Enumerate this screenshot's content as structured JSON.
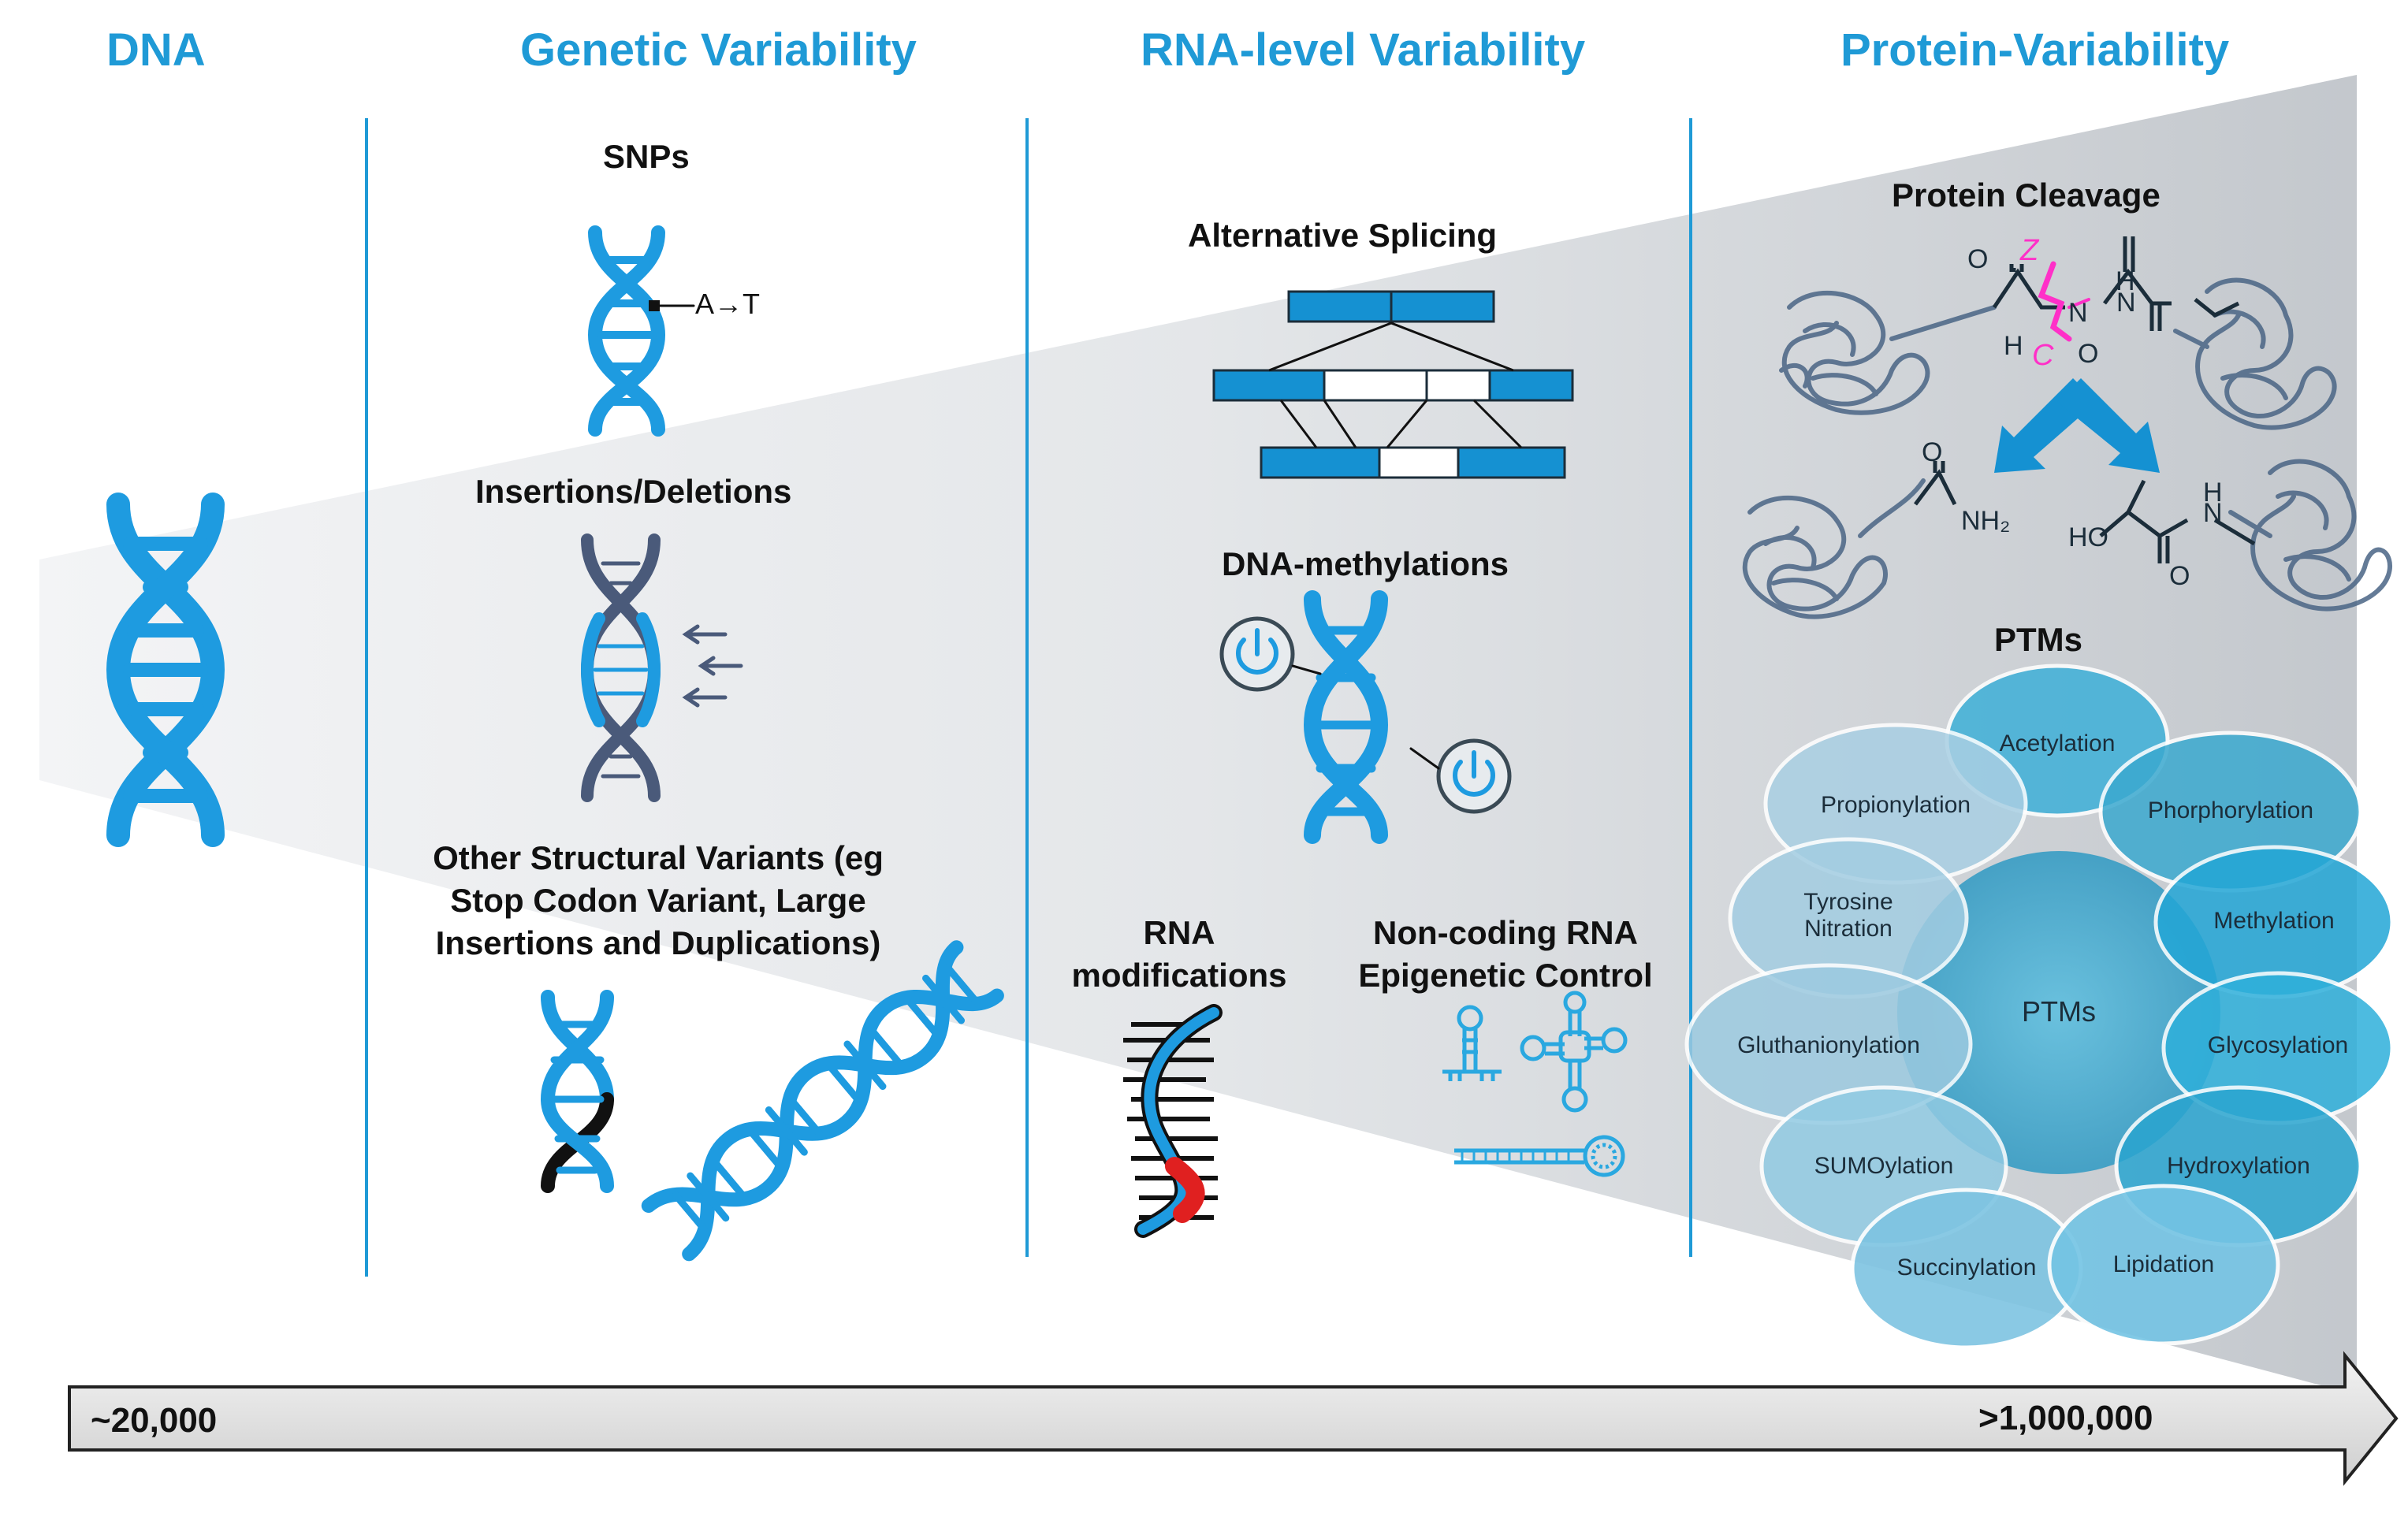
{
  "headers": {
    "dna": "DNA",
    "genetic": "Genetic Variability",
    "rna": "RNA-level Variability",
    "protein": "Protein-Variability"
  },
  "genetic": {
    "snps": "SNPs",
    "snp_label": "A→T",
    "indels": "Insertions/Deletions",
    "structural_line1": "Other Structural Variants (eg",
    "structural_line2": "Stop Codon Variant, Large",
    "structural_line3": "Insertions and Duplications)"
  },
  "rna": {
    "splicing": "Alternative Splicing",
    "methylation": "DNA-methylations",
    "mods_line1": "RNA",
    "mods_line2": "modifications",
    "ncrna_line1": "Non-coding RNA",
    "ncrna_line2": "Epigenetic Control"
  },
  "protein": {
    "cleavage": "Protein Cleavage",
    "chem_O1": "O",
    "chem_N1": "N",
    "chem_H1": "H",
    "chem_Z": "Z",
    "chem_C": "C",
    "chem_O2": "O",
    "chem_H2": "H",
    "chem_N2": "N",
    "chem_O3": "O",
    "chem_NH2": "NH₂",
    "chem_HO": "HO",
    "chem_H3": "H",
    "chem_N3": "N",
    "chem_O4": "O",
    "ptms_title": "PTMs",
    "ptm_center": "PTMs",
    "ptms": {
      "acetylation": "Acetylation",
      "propionylation": "Propionylation",
      "phorphorylation": "Phorphorylation",
      "tyrosine_line1": "Tyrosine",
      "tyrosine_line2": "Nitration",
      "methylation": "Methylation",
      "gluthanionylation": "Gluthanionylation",
      "glycosylation": "Glycosylation",
      "sumoylation": "SUMOylation",
      "hydroxylation": "Hydroxylation",
      "succinylation": "Succinylation",
      "lipidation": "Lipidation"
    }
  },
  "scale": {
    "start": "~20,000",
    "end": ">1,000,000"
  },
  "colors": {
    "accent": "#1f9ad6",
    "dna_blue": "#1e9be0",
    "dark_strand": "#4a5a7a",
    "wedge": "#c8ccd1",
    "ptm_circle": "#4fb3d6",
    "magenta": "#ff30c8",
    "arrow_fill": "#dedede"
  }
}
